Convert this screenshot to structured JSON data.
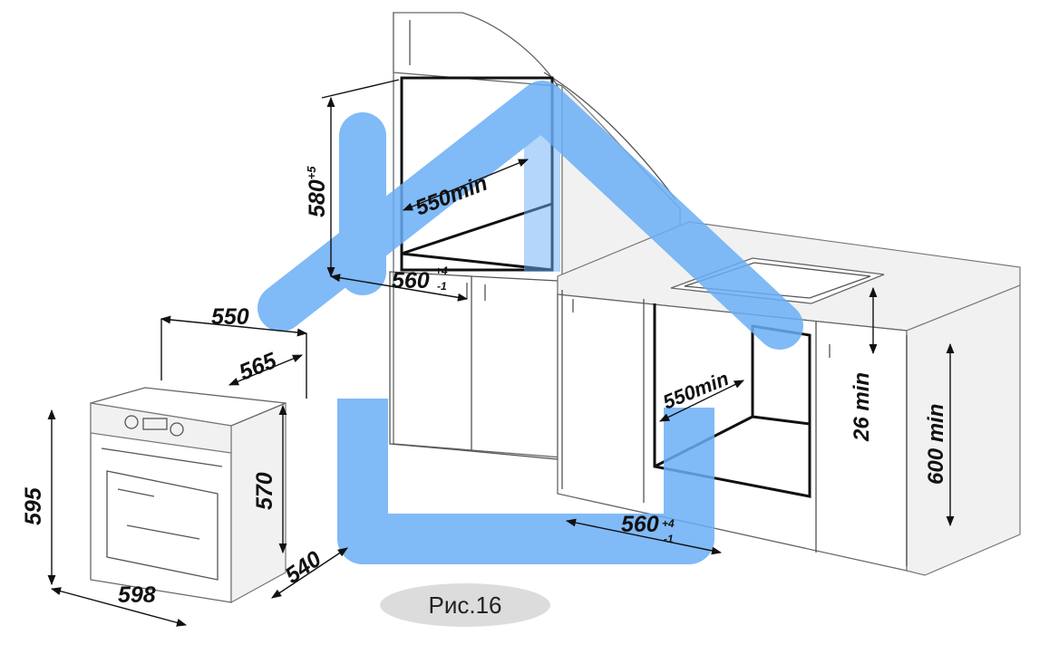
{
  "figure": {
    "caption": "Рис.16",
    "arrow_color": "#6aaef6"
  },
  "oven": {
    "height": "595",
    "width": "598",
    "depth_total": "565",
    "depth_body": "550",
    "body_height": "570",
    "depth_lower": "540"
  },
  "column_niche": {
    "height_base": "580",
    "height_tol": "+5",
    "depth": "550min",
    "width_base": "560",
    "width_tol_upper": "+4",
    "width_tol_lower": "-1"
  },
  "undercounter_niche": {
    "depth": "550min",
    "width_base": "560",
    "width_tol_upper": "+4",
    "width_tol_lower": "-1",
    "gap": "26 min",
    "height": "600 min"
  }
}
